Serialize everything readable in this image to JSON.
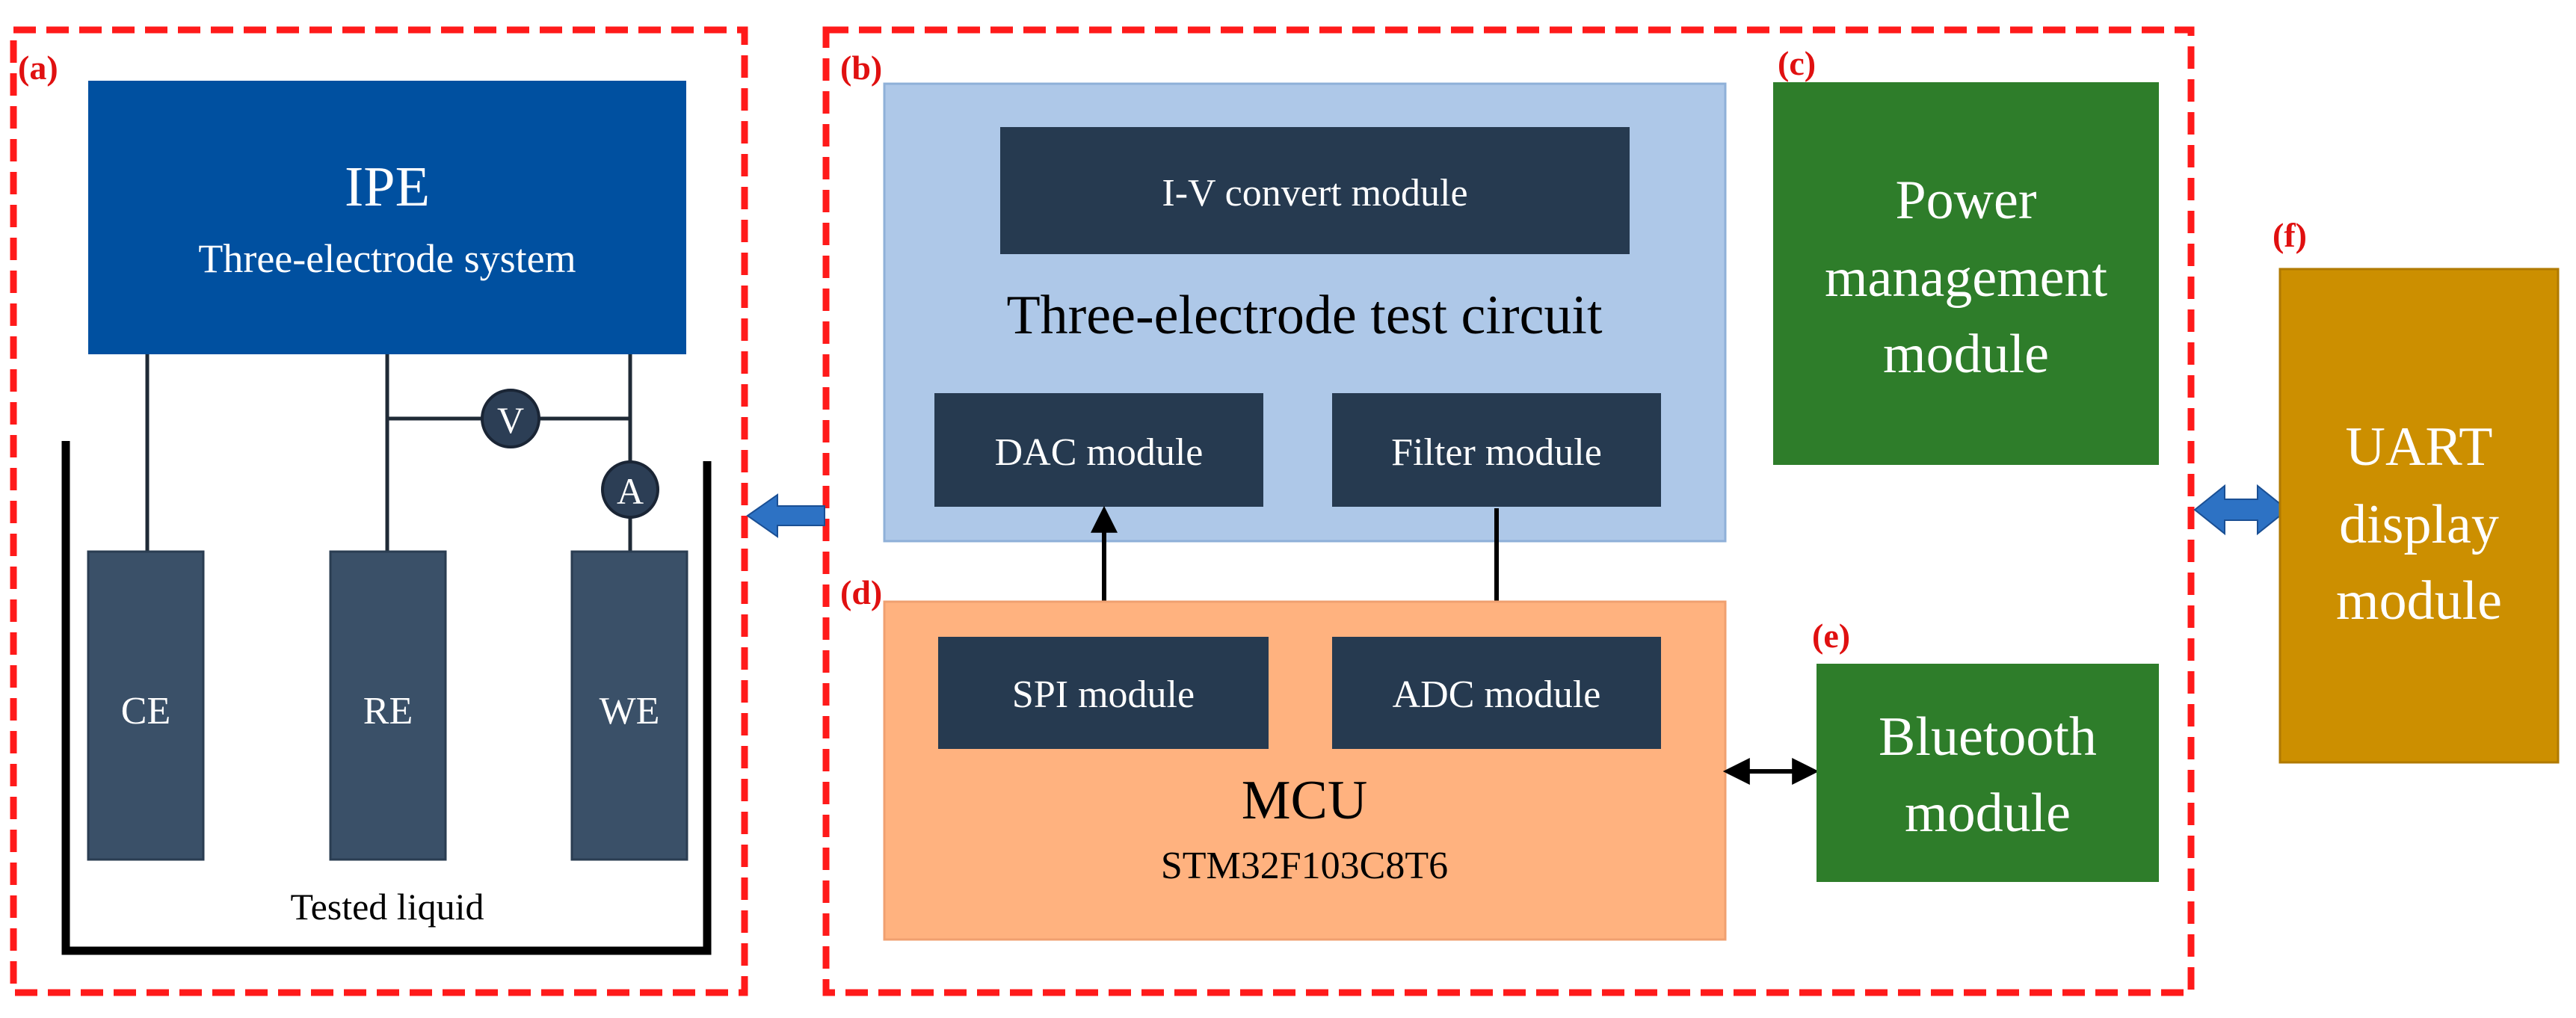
{
  "panels": {
    "a": "(a)",
    "b": "(b)",
    "c": "(c)",
    "d": "(d)",
    "e": "(e)",
    "f": "(f)"
  },
  "ipe": {
    "title": "IPE",
    "subtitle": "Three-electrode system"
  },
  "meters": {
    "voltmeter": "V",
    "ammeter": "A"
  },
  "electrodes": {
    "ce": "CE",
    "re": "RE",
    "we": "WE"
  },
  "liquid_label": "Tested liquid",
  "test_circuit": {
    "title": "Three-electrode test circuit",
    "iv": "I-V convert module",
    "dac": "DAC module",
    "filter": "Filter module"
  },
  "mcu": {
    "title": "MCU",
    "subtitle": "STM32F103C8T6",
    "spi": "SPI module",
    "adc": "ADC module"
  },
  "power": {
    "line1": "Power",
    "line2": "management",
    "line3": "module"
  },
  "bluetooth": {
    "line1": "Bluetooth",
    "line2": "module"
  },
  "uart": {
    "line1": "UART",
    "line2": "display",
    "line3": "module"
  },
  "colors": {
    "dashed_border": "#ff1a1a",
    "ipe_blue": "#0050a0",
    "electrode": "#3a5068",
    "dark_module": "#263a50",
    "test_circuit_bg": "#aec8e8",
    "mcu_bg": "#ffb27f",
    "green": "#2e7d2a",
    "uart": "#cc8f00",
    "arrow_blue": "#2d72c4"
  }
}
